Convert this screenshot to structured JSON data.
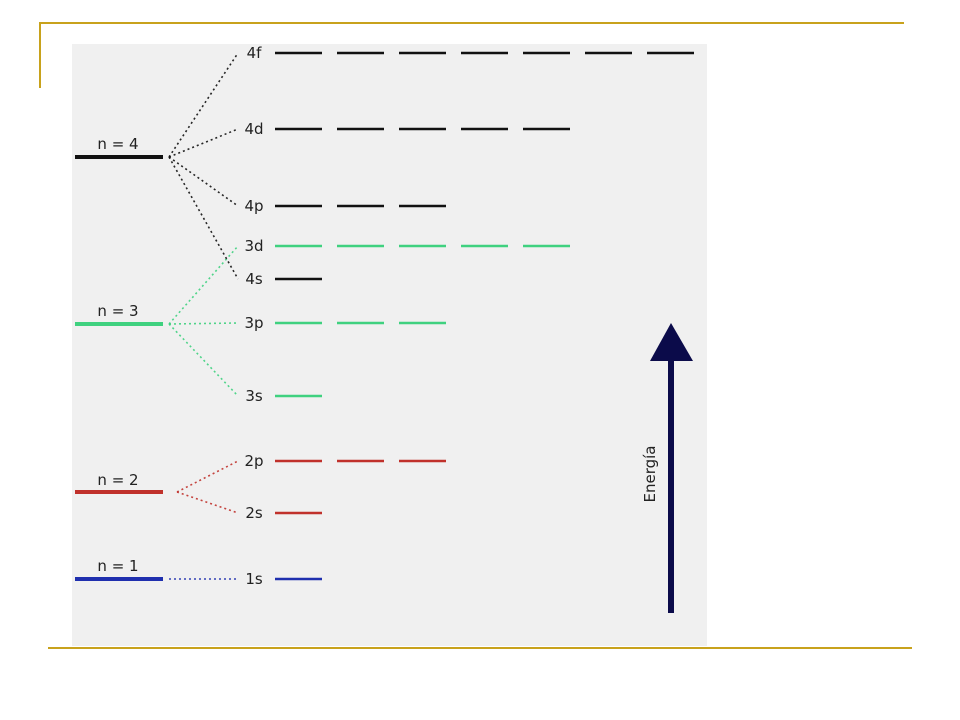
{
  "slide": {
    "accent_color": "#c8a21c",
    "panel_color": "#f0f0f0"
  },
  "diagram": {
    "energy_axis": {
      "label": "Energía",
      "direction": "up",
      "color": "#0b0b4a"
    },
    "shells": [
      {
        "label": "n = 1",
        "color": "#1f2fae"
      },
      {
        "label": "n = 2",
        "color": "#c0312b"
      },
      {
        "label": "n = 3",
        "color": "#3fd17f"
      },
      {
        "label": "n = 4",
        "color": "#111111"
      }
    ],
    "subshells": [
      {
        "label": "1s",
        "orbitals": 1,
        "shell": 0
      },
      {
        "label": "2s",
        "orbitals": 1,
        "shell": 1
      },
      {
        "label": "2p",
        "orbitals": 3,
        "shell": 1
      },
      {
        "label": "3s",
        "orbitals": 1,
        "shell": 2
      },
      {
        "label": "3p",
        "orbitals": 3,
        "shell": 2
      },
      {
        "label": "3d",
        "orbitals": 5,
        "shell": 2
      },
      {
        "label": "4s",
        "orbitals": 1,
        "shell": 3
      },
      {
        "label": "4p",
        "orbitals": 3,
        "shell": 3
      },
      {
        "label": "4d",
        "orbitals": 5,
        "shell": 3
      },
      {
        "label": "4f",
        "orbitals": 7,
        "shell": 3
      }
    ]
  }
}
